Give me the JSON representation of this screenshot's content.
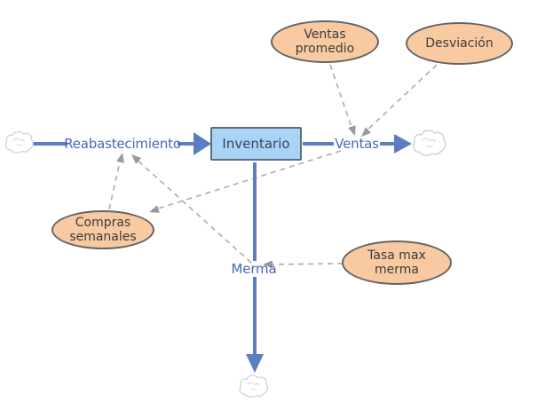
{
  "diagram": {
    "stock": {
      "label": "Inventario"
    },
    "flows": {
      "reabastecimiento": {
        "label": "Reabastecimiento"
      },
      "ventas": {
        "label": "Ventas"
      },
      "merma": {
        "label": "Merma"
      }
    },
    "auxiliaries": {
      "ventas_promedio": {
        "label": "Ventas promedio"
      },
      "desviacion": {
        "label": "Desviación"
      },
      "compras_semanales": {
        "label": "Compras semanales"
      },
      "tasa_max_merma": {
        "label": "Tasa max merma"
      }
    },
    "connectors": [
      {
        "from": "Compras semanales",
        "to": "Reabastecimiento"
      },
      {
        "from": "Merma",
        "to": "Reabastecimiento"
      },
      {
        "from": "Ventas promedio",
        "to": "Ventas"
      },
      {
        "from": "Desviación",
        "to": "Ventas"
      },
      {
        "from": "Ventas",
        "to": "Compras semanales"
      },
      {
        "from": "Tasa max merma",
        "to": "Merma"
      }
    ],
    "colors": {
      "canvas_bg": "#ffffff",
      "flow": "#5b7dc2",
      "flow_label": "#4a66bb",
      "stock_fill": "#aad4f6",
      "stock_border": "#5d6b7e",
      "stock_text": "#36455e",
      "aux_fill": "#f9c9a2",
      "aux_border": "#646464",
      "aux_text": "#3c3c3c",
      "connector": "#b0b0b0",
      "connector_arrow": "#9a9a9a",
      "cloud": "#d2d2d2"
    }
  }
}
